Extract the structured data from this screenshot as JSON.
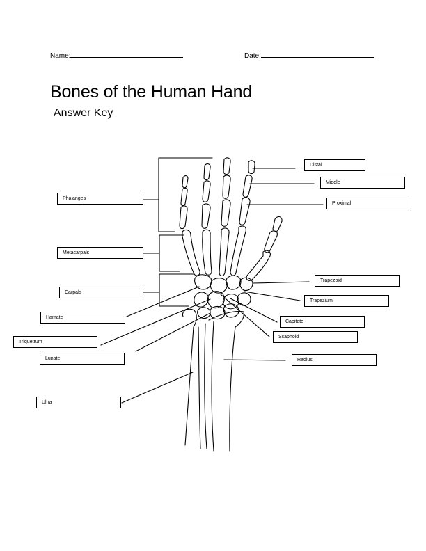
{
  "header": {
    "name_label": "Name:",
    "date_label": "Date:"
  },
  "title": "Bones of the Human Hand",
  "subtitle": "Answer Key",
  "labels": {
    "distal": "Distal",
    "middle": "Middle",
    "proximal": "Proximal",
    "phalanges": "Phalanges",
    "metacarpals": "Metacarpals",
    "carpals": "Carpals",
    "trapezoid": "Trapezoid",
    "trapezium": "Trapezium",
    "hamate": "Hamate",
    "capitate": "Capitate",
    "triquetrum": "Triquetrum",
    "scaphoid": "Scaphoid",
    "lunate": "Lunate",
    "radius": "Radius",
    "ulna": "Ulna"
  }
}
